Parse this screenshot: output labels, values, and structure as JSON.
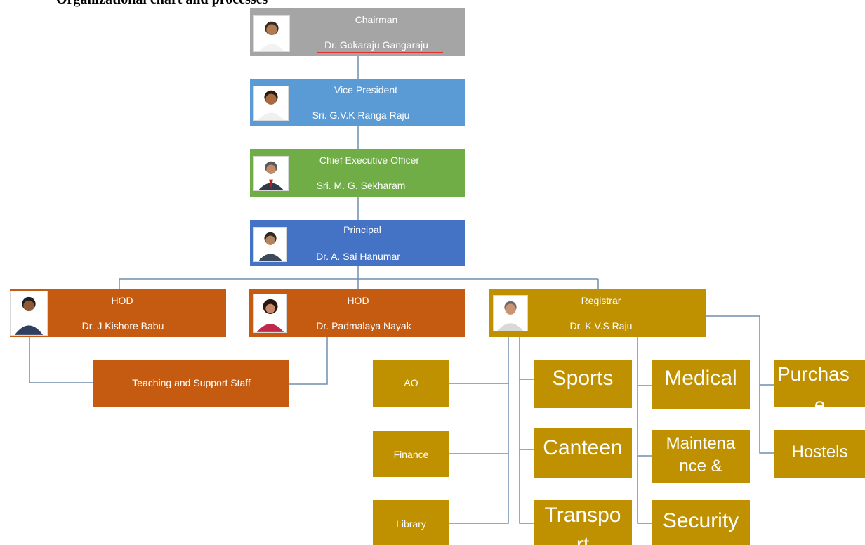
{
  "page": {
    "title": "Organizational chart and processes"
  },
  "nodes": {
    "chairman": {
      "role": "Chairman",
      "name": "Dr. Gokaraju Gangaraju"
    },
    "vice_president": {
      "role": "Vice President",
      "name": "Sri. G.V.K Ranga Raju"
    },
    "ceo": {
      "role": "Chief Executive Officer",
      "name": "Sri. M. G. Sekharam"
    },
    "principal": {
      "role": "Principal",
      "name": "Dr. A. Sai Hanumar"
    },
    "hod1": {
      "role": "HOD",
      "name": "Dr. J Kishore Babu"
    },
    "hod2": {
      "role": "HOD",
      "name": "Dr. Padmalaya Nayak"
    },
    "registrar": {
      "role": "Registrar",
      "name": "Dr. K.V.S Raju"
    },
    "staff": {
      "label": "Teaching and Support Staff"
    },
    "ao": {
      "label": "AO"
    },
    "finance": {
      "label": "Finance"
    },
    "library": {
      "label": "Library"
    },
    "sports": {
      "label": "Sports"
    },
    "canteen": {
      "label": "Canteen"
    },
    "transport": {
      "label_line1": "Transpo",
      "label_line2": "rt"
    },
    "medical": {
      "label": "Medical"
    },
    "maintenance": {
      "label_line1": "Maintena",
      "label_line2": "nce &"
    },
    "security": {
      "label": "Security"
    },
    "purchase": {
      "label_line1": "Purchas",
      "label_line2": "e"
    },
    "hostels": {
      "label": "Hostels"
    }
  },
  "colors": {
    "chairman": "#a5a5a5",
    "vice_president": "#5b9bd5",
    "ceo": "#70ad47",
    "principal": "#4472c4",
    "hod": "#c55a11",
    "registrar_branch": "#bf9000",
    "connector": "#6f8fae"
  },
  "icons": [
    "person-photo"
  ]
}
